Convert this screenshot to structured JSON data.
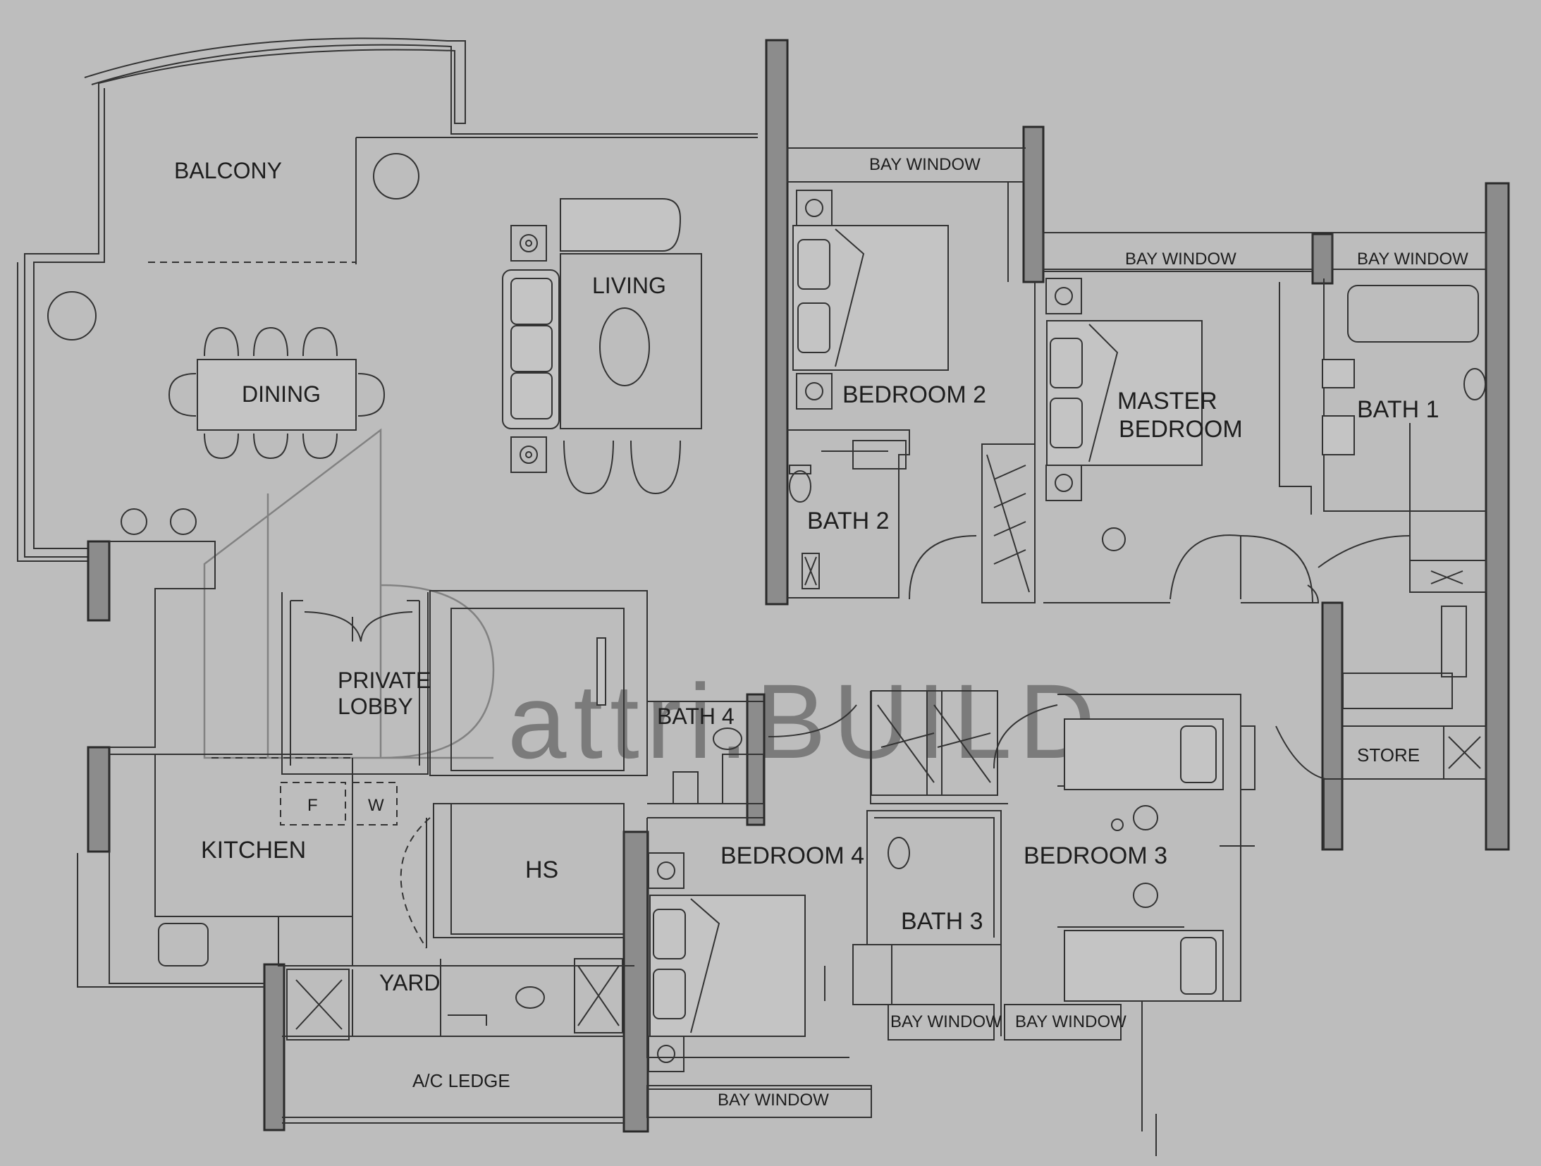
{
  "rooms": {
    "balcony": "BALCONY",
    "living": "LIVING",
    "dining": "DINING",
    "bedroom2": "BEDROOM 2",
    "master_bedroom_line1": "MASTER",
    "master_bedroom_line2": "BEDROOM",
    "bath1": "BATH 1",
    "bath2": "BATH 2",
    "bath3": "BATH 3",
    "bath4": "BATH 4",
    "private_lobby_line1": "PRIVATE",
    "private_lobby_line2": "LOBBY",
    "kitchen": "KITCHEN",
    "hs": "HS",
    "yard": "YARD",
    "ac_ledge": "A/C LEDGE",
    "bedroom4": "BEDROOM 4",
    "bedroom3": "BEDROOM 3",
    "store": "STORE"
  },
  "fixtures": {
    "fridge": "F",
    "washer": "W",
    "bay_window": "BAY WINDOW",
    "db_box": "X"
  },
  "watermark": {
    "text": "attri.BUILD"
  }
}
